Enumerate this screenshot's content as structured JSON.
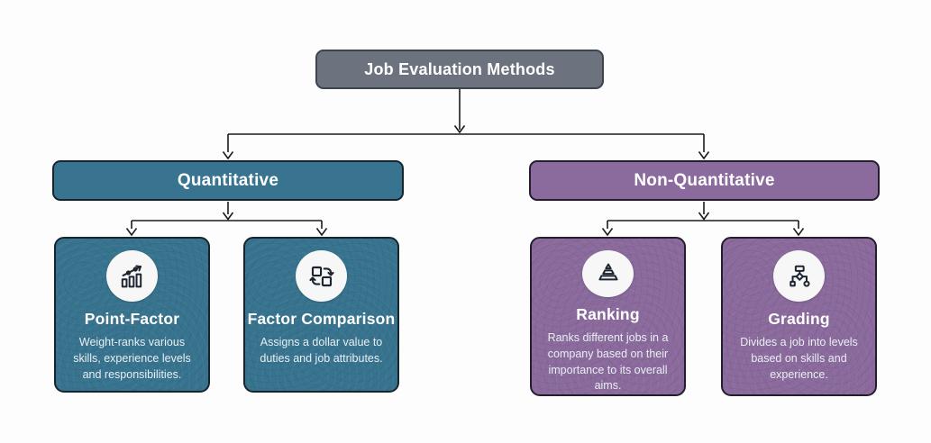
{
  "diagram": {
    "root": {
      "label": "Job Evaluation Methods"
    },
    "branches": [
      {
        "label": "Quantitative",
        "children": [
          {
            "title": "Point-Factor",
            "description": "Weight-ranks various skills, experience levels and responsibilities.",
            "icon": "bar-chart-growth-icon"
          },
          {
            "title": "Factor Comparison",
            "description": "Assigns a dollar value to duties and job attributes.",
            "icon": "swap-boxes-icon"
          }
        ]
      },
      {
        "label": "Non-Quantitative",
        "children": [
          {
            "title": "Ranking",
            "description": "Ranks different jobs in a company based on their importance to its overall aims.",
            "icon": "pyramid-icon"
          },
          {
            "title": "Grading",
            "description": "Divides a job into levels based on skills and experience.",
            "icon": "hierarchy-flowchart-icon"
          }
        ]
      }
    ],
    "colors": {
      "root_fill": "#6C727E",
      "root_border": "#3E444E",
      "quantitative_fill": "#38748F",
      "quantitative_border": "#16242D",
      "non_quantitative_fill": "#8B6B9D",
      "non_quantitative_border": "#241D2E",
      "connector": "#1B1B1B",
      "icon_circle": "#F7F7F8",
      "icon_stroke": "#1D2531",
      "background": "#FDFDFD"
    }
  }
}
